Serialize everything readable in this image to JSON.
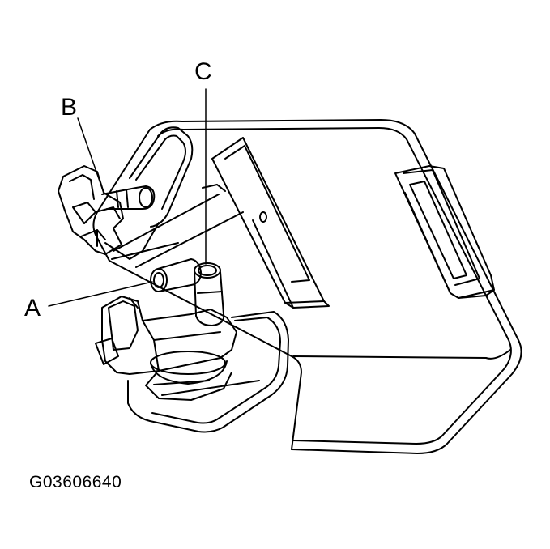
{
  "callouts": {
    "a": "A",
    "b": "B",
    "c": "C"
  },
  "figure_id": "G03606640",
  "colors": {
    "line": "#000000",
    "background": "#ffffff"
  }
}
